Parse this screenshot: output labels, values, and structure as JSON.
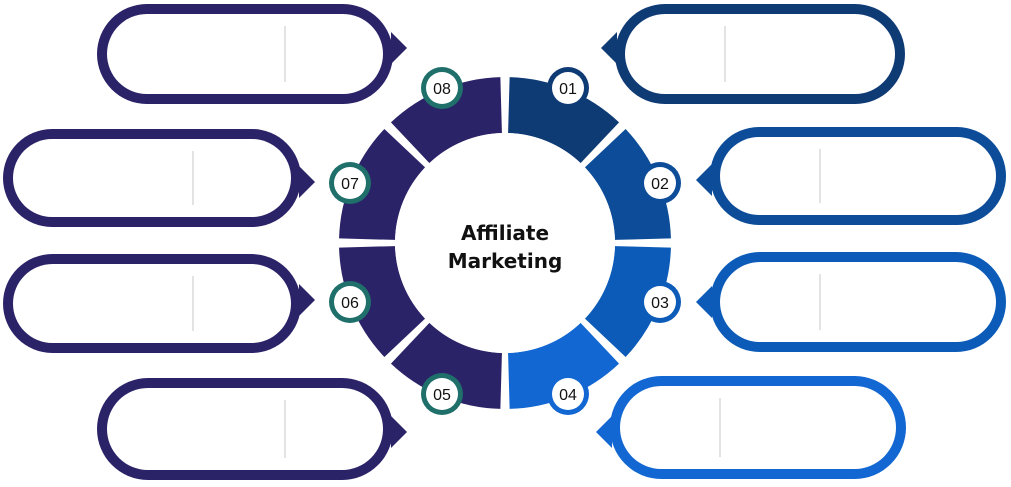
{
  "center": {
    "title_line1": "Affiliate",
    "title_line2": "Marketing"
  },
  "steps": [
    {
      "number": "01",
      "color": "#0f3b75"
    },
    {
      "number": "02",
      "color": "#0c4c98"
    },
    {
      "number": "03",
      "color": "#0c5bb8"
    },
    {
      "number": "04",
      "color": "#1267d2"
    },
    {
      "number": "05",
      "color": "#2b2368"
    },
    {
      "number": "06",
      "color": "#2b2368"
    },
    {
      "number": "07",
      "color": "#2b2368"
    },
    {
      "number": "08",
      "color": "#2b2368"
    }
  ],
  "colors": {
    "left_bubble_ring": "#2b2368",
    "step_circle_stroke_left": "#1f6f6b",
    "step_circle_stroke_right": "#0c4c98"
  }
}
